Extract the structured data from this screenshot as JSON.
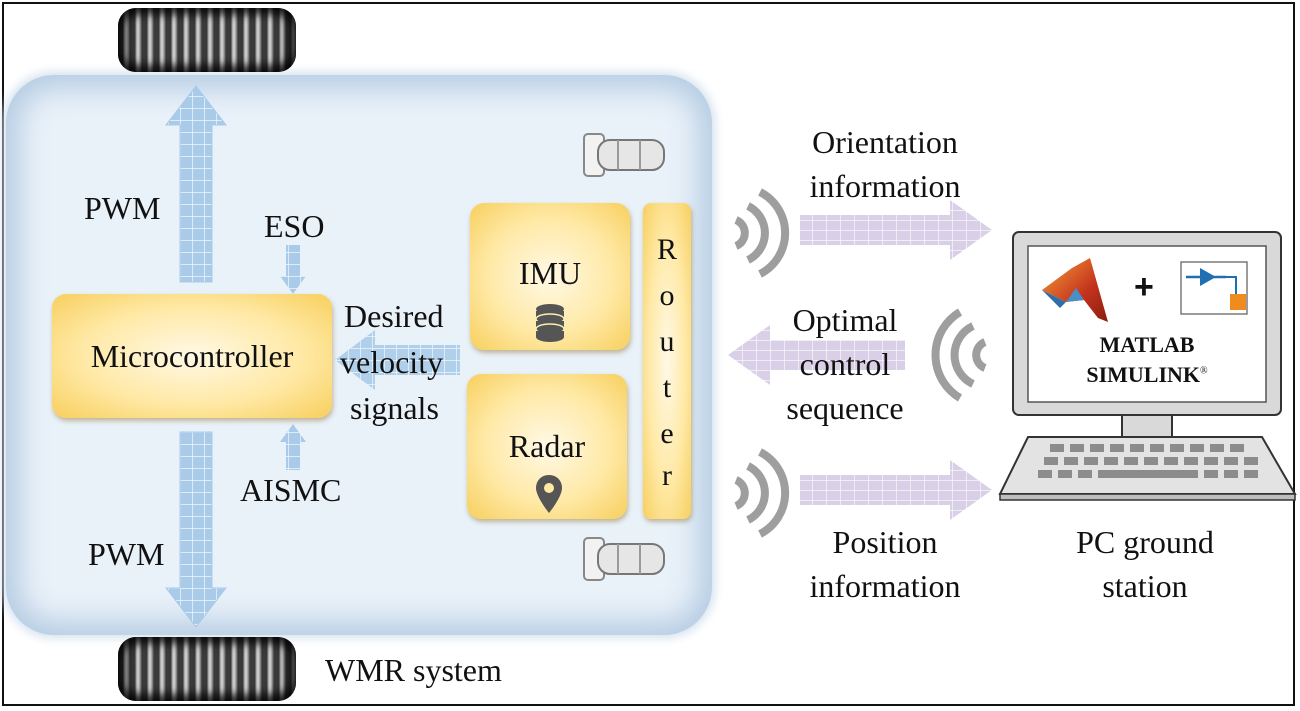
{
  "labels": {
    "pwm_top": "PWM",
    "pwm_bottom": "PWM",
    "eso": "ESO",
    "aismc": "AISMC",
    "microcontroller": "Microcontroller",
    "desired_line1": "Desired",
    "desired_line2": "velocity",
    "desired_line3": "signals",
    "imu": "IMU",
    "radar": "Radar",
    "router": [
      "R",
      "o",
      "u",
      "t",
      "e",
      "r"
    ],
    "orientation_line1": "Orientation",
    "orientation_line2": "information",
    "optimal_line1": "Optimal",
    "optimal_line2": "control",
    "optimal_line3": "sequence",
    "position_line1": "Position",
    "position_line2": "information",
    "matlab": "MATLAB",
    "simulink": "SIMULINK",
    "registered": "®",
    "plus": "+",
    "pc_line1": "PC ground",
    "pc_line2": "station",
    "wmr_system": "WMR system"
  },
  "icons": [
    "database-icon",
    "location-pin-icon",
    "wifi-signal-icon",
    "matlab-logo-icon",
    "simulink-block-icon",
    "laptop-icon",
    "tire-icon",
    "wheel-mount-icon"
  ],
  "colors": {
    "arrow_blue": "#a9cbe9",
    "arrow_purple": "#d9cfe6",
    "box_yellow": "#f7cf5d",
    "body_blue": "#e9f1f9"
  }
}
